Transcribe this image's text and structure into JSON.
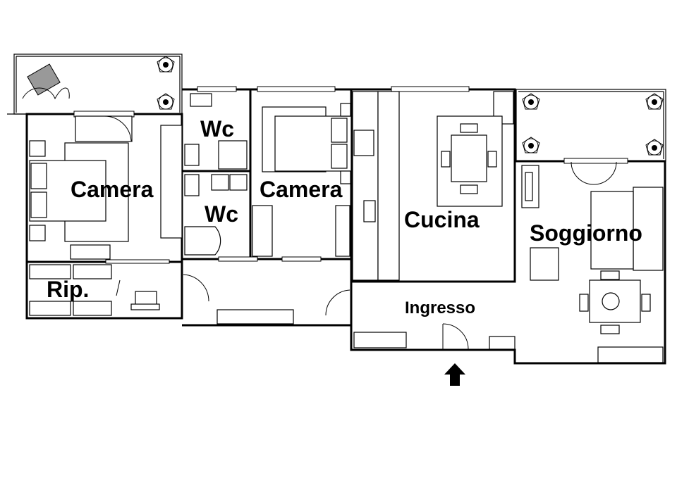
{
  "rooms": {
    "camera_left": "Camera",
    "wc_top": "Wc",
    "wc_bottom": "Wc",
    "camera_center": "Camera",
    "cucina": "Cucina",
    "soggiorno": "Soggiorno",
    "ripostiglio": "Rip.",
    "ingresso": "Ingresso"
  },
  "icons": {
    "entrance": "entrance-arrow-icon",
    "plant": "plant-icon",
    "table": "dining-table-icon",
    "bed": "bed-icon"
  }
}
